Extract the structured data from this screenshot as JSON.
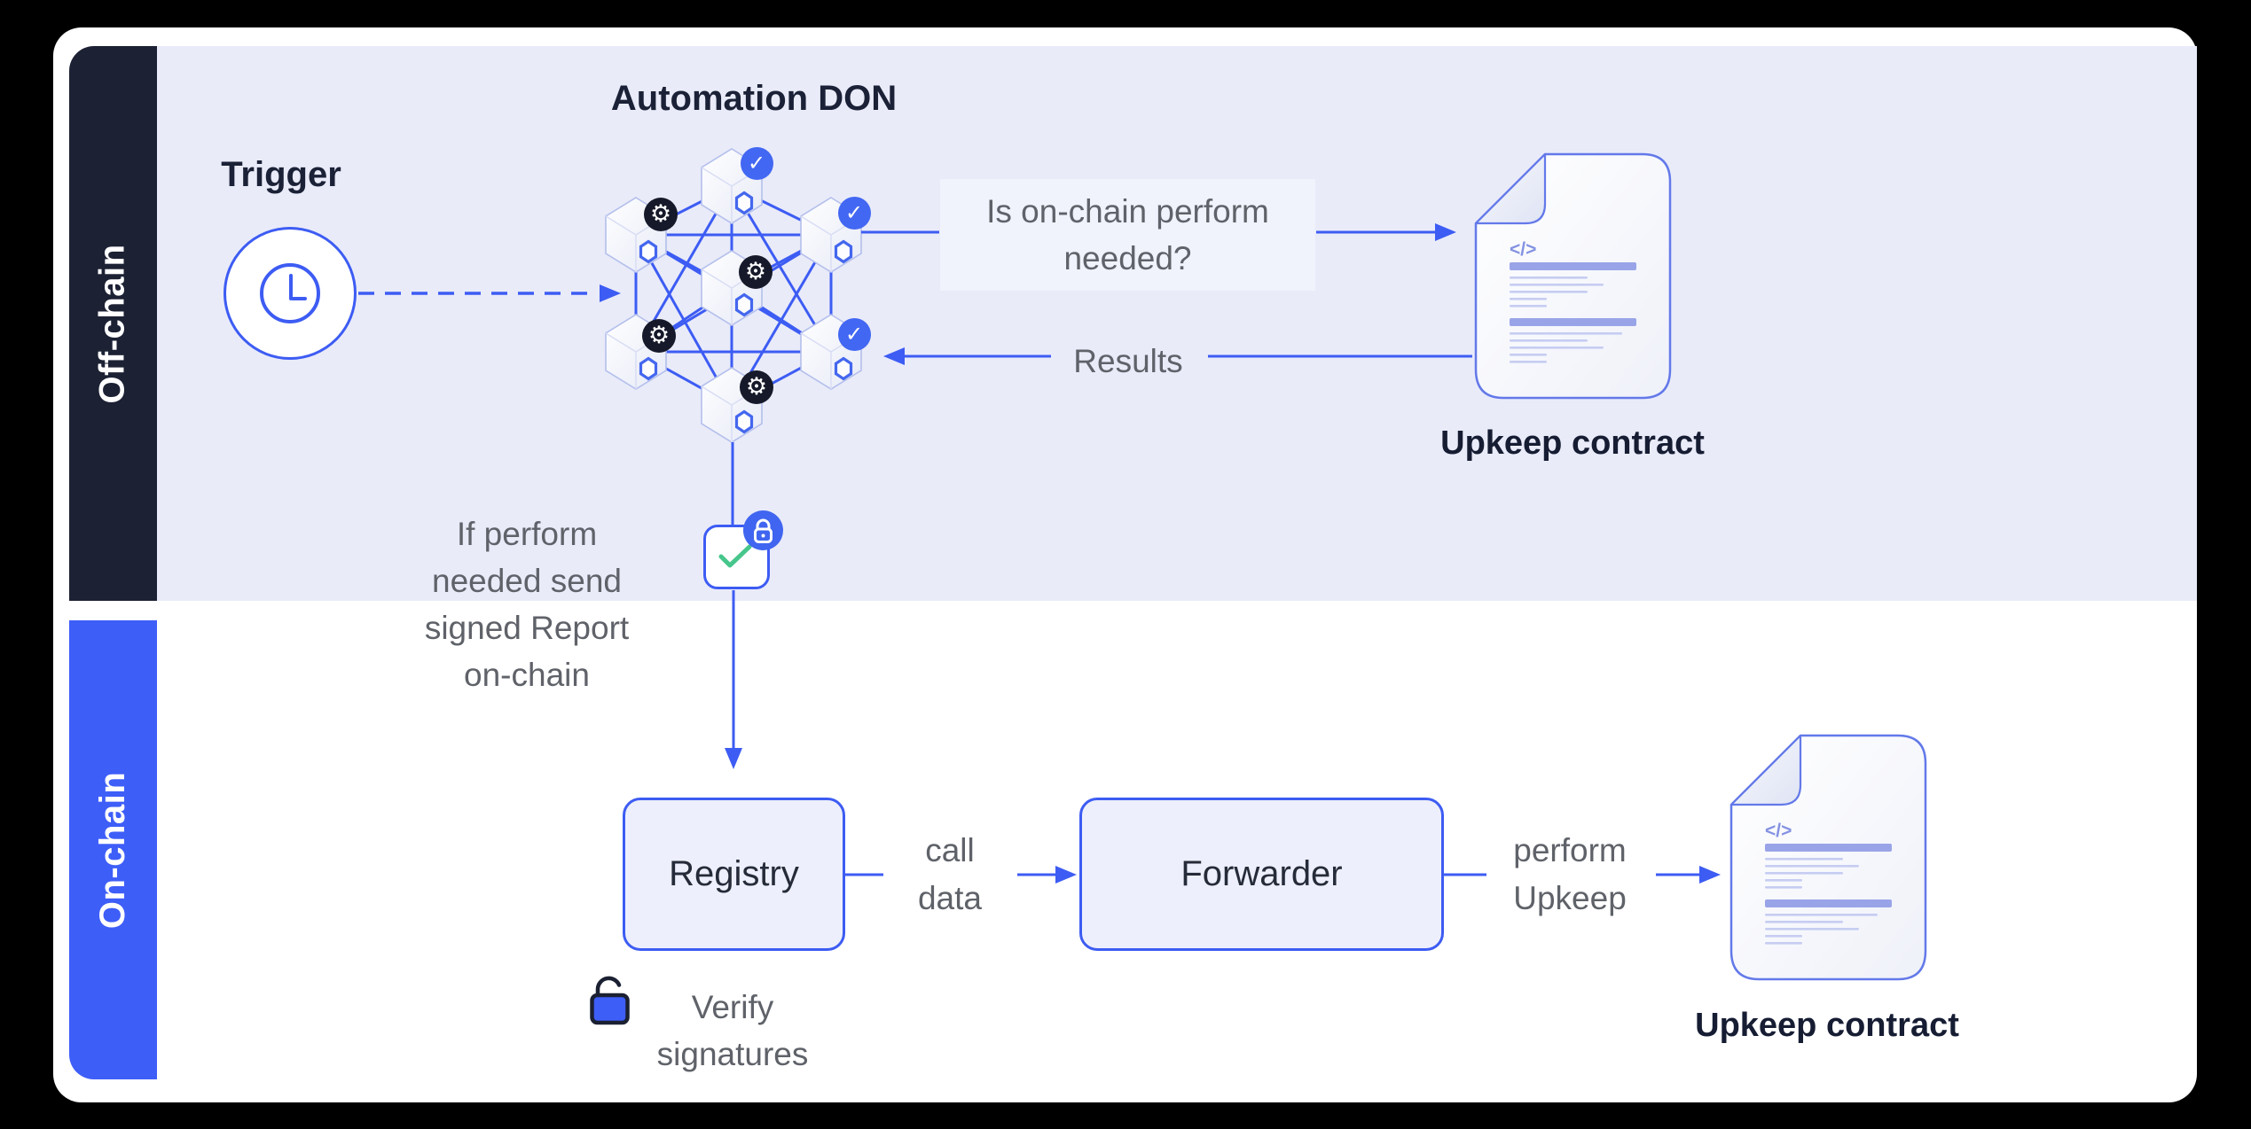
{
  "colors": {
    "accent_blue": "#3d5cf3",
    "sidebar_blue": "#3e5ef8",
    "dark_navy": "#1c2134",
    "band_lavender": "#e9ebf9",
    "flow_box_fill": "#edeffc",
    "question_box_fill": "#f0f2fc",
    "gray_text": "#5f6269",
    "green_check": "#47c68c",
    "doc_border": "#6379e9",
    "doc_bar": "#99a4e8",
    "doc_line": "#c6cdf2",
    "gear_badge_bg": "#151929",
    "check_badge_bg": "#4267f2"
  },
  "sidebar": {
    "offchain_label": "Off-chain",
    "onchain_label": "On-chain"
  },
  "offchain": {
    "trigger_label": "Trigger",
    "don_title": "Automation DON",
    "question_label": "Is on-chain perform\nneeded?",
    "results_label": "Results",
    "upkeep_contract_label": "Upkeep contract",
    "report_note": "If perform\nneeded send\nsigned Report\non-chain"
  },
  "onchain": {
    "registry_label": "Registry",
    "call_data_label": "call\ndata",
    "forwarder_label": "Forwarder",
    "perform_upkeep_label": "perform\nUpkeep",
    "upkeep_contract_label": "Upkeep contract",
    "verify_signatures_label": "Verify\nsignatures"
  },
  "document": {
    "code_glyph": "</>"
  },
  "icons": {
    "gear": "⚙",
    "check": "✓"
  }
}
